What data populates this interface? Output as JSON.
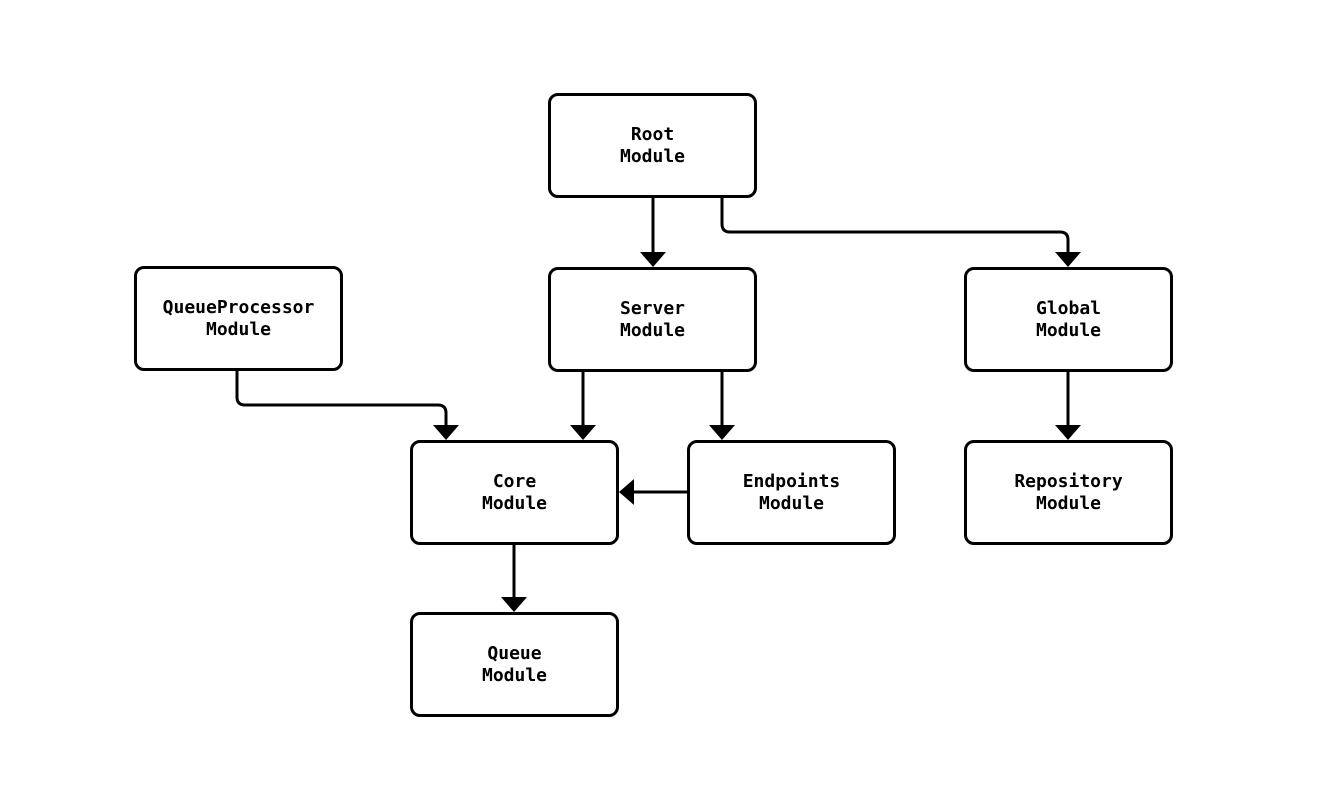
{
  "diagram": {
    "type": "module-dependency-flowchart",
    "background_color": "#ffffff",
    "node_fill_color": "#ffffff",
    "node_border_color": "#000000",
    "edge_color": "#000000",
    "text_color": "#000000",
    "nodes": {
      "root": {
        "line1": "Root",
        "line2": "Module"
      },
      "queueprocessor": {
        "line1": "QueueProcessor",
        "line2": "Module"
      },
      "server": {
        "line1": "Server",
        "line2": "Module"
      },
      "global": {
        "line1": "Global",
        "line2": "Module"
      },
      "core": {
        "line1": "Core",
        "line2": "Module"
      },
      "endpoints": {
        "line1": "Endpoints",
        "line2": "Module"
      },
      "repository": {
        "line1": "Repository",
        "line2": "Module"
      },
      "queue": {
        "line1": "Queue",
        "line2": "Module"
      }
    },
    "edges": [
      {
        "from": "Root Module",
        "to": "Server Module"
      },
      {
        "from": "Root Module",
        "to": "Global Module"
      },
      {
        "from": "QueueProcessor Module",
        "to": "Core Module"
      },
      {
        "from": "Server Module",
        "to": "Core Module"
      },
      {
        "from": "Server Module",
        "to": "Endpoints Module"
      },
      {
        "from": "Endpoints Module",
        "to": "Core Module"
      },
      {
        "from": "Global Module",
        "to": "Repository Module"
      },
      {
        "from": "Core Module",
        "to": "Queue Module"
      }
    ]
  }
}
